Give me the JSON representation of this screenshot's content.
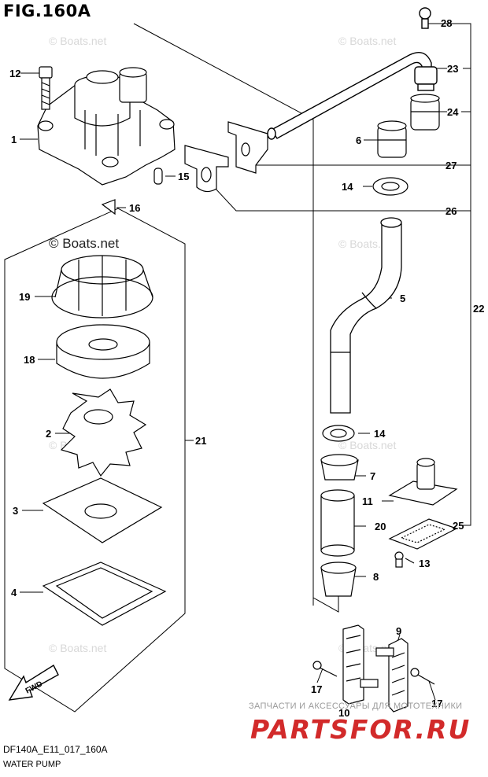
{
  "figure": {
    "title": "FIG.160A",
    "code": "DF140A_E11_017_160A",
    "subtitle": "WATER PUMP"
  },
  "watermark": {
    "text": "© Boats.net",
    "text_dark": "© Boats.net"
  },
  "promo": {
    "text": "ЗАПЧАСТИ И АКСЕССУАРЫ ДЛЯ МОТОТЕХНИКИ",
    "brand": "PARTSFOR.RU",
    "brand_color": "#d22a2a"
  },
  "fwd_label": "FWD",
  "callouts": {
    "c1": "1",
    "c2": "2",
    "c3": "3",
    "c4": "4",
    "c5": "5",
    "c6": "6",
    "c7": "7",
    "c8": "8",
    "c9": "9",
    "c10": "10",
    "c11": "11",
    "c12": "12",
    "c13": "13",
    "c14a": "14",
    "c14b": "14",
    "c15": "15",
    "c16": "16",
    "c17a": "17",
    "c17b": "17",
    "c18": "18",
    "c19": "19",
    "c20": "20",
    "c21": "21",
    "c22": "22",
    "c23": "23",
    "c24": "24",
    "c25": "25",
    "c26": "26",
    "c27": "27",
    "c28": "28"
  }
}
